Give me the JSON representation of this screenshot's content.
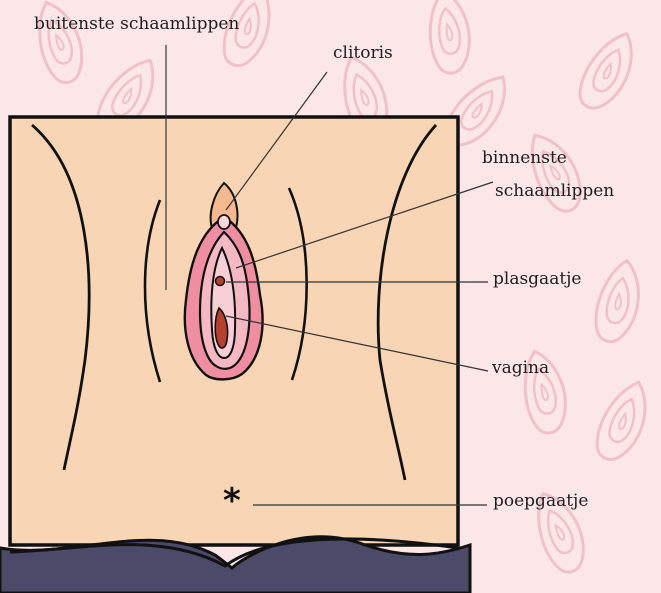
{
  "labels": {
    "outer_labia": "buitenste schaamlippen",
    "clitoris": "clitoris",
    "inner_labia_line1": "binnenste",
    "inner_labia_line2": "schaamlippen",
    "urethra": "plasgaatje",
    "vagina": "vagina",
    "anus": "poepgaatje"
  },
  "colors": {
    "background": "#fbe6e8",
    "pattern": "#f2c7cc",
    "skin": "#f8d5b5",
    "outline": "#111111",
    "labia_outer": "#ee8ea0",
    "labia_inner": "#f6b9c4",
    "clitoral_hood": "#f4b98e",
    "opening": "#b5402f",
    "underwear": "#4b4a68"
  }
}
